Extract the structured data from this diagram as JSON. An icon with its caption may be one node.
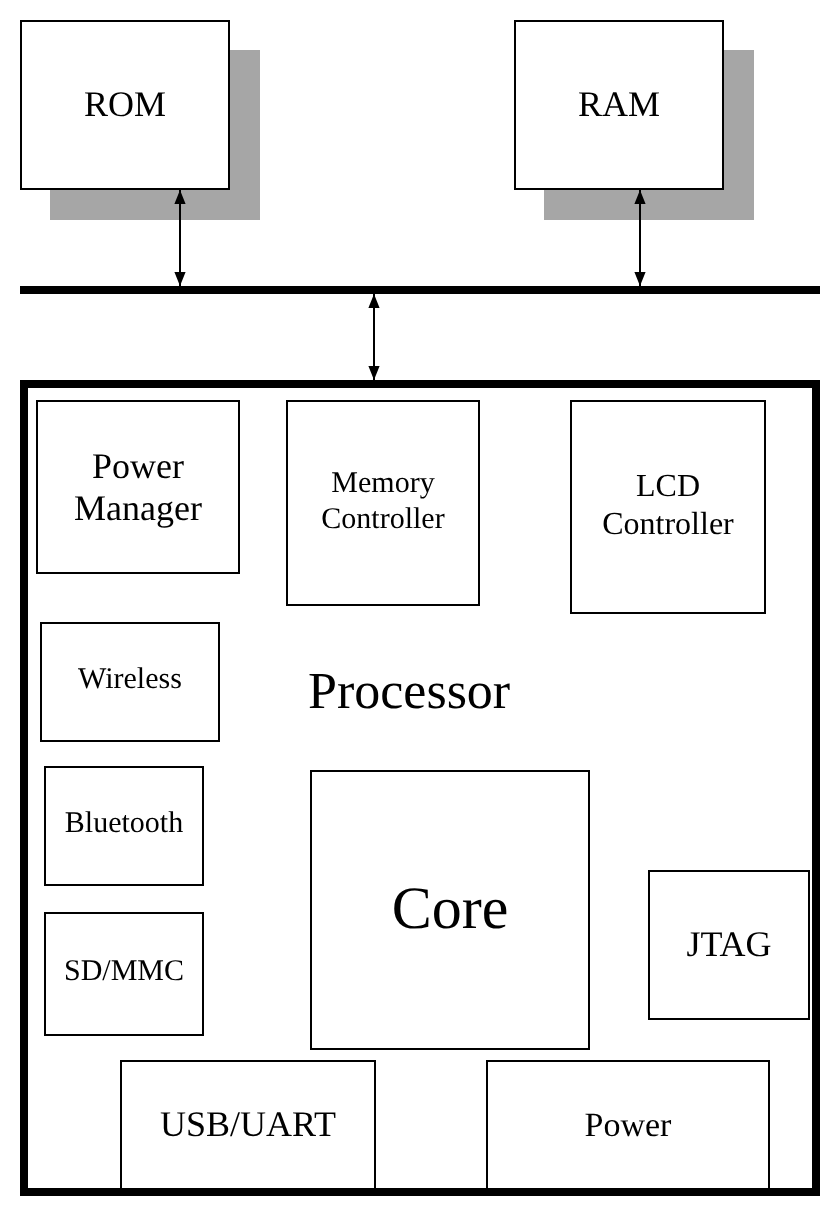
{
  "diagram": {
    "nodes": [
      {
        "text": [
          "ROM"
        ]
      },
      {
        "text": [
          "RAM"
        ]
      },
      {
        "text": [],
        "shape": "bar"
      },
      {
        "text": [
          "Processor"
        ]
      },
      {
        "text": [
          "Power Manager"
        ],
        "in": 3
      },
      {
        "text": [
          "Memory Controller"
        ],
        "in": 3
      },
      {
        "text": [
          "LCD Controller"
        ],
        "in": 3
      },
      {
        "text": [
          "Wireless"
        ],
        "in": 3
      },
      {
        "text": [
          "Bluetooth"
        ],
        "in": 3
      },
      {
        "text": [
          "SD/MMC"
        ],
        "in": 3
      },
      {
        "text": [
          "Core"
        ],
        "in": 3
      },
      {
        "text": [
          "JTAG"
        ],
        "in": 3
      },
      {
        "text": [
          "USB/UART"
        ],
        "in": 3
      },
      {
        "text": [
          "Power"
        ],
        "in": 3
      }
    ],
    "edges": [
      {
        "from": 0,
        "to": 2,
        "arrow": "both"
      },
      {
        "from": 1,
        "to": 2,
        "arrow": "both"
      },
      {
        "from": 2,
        "to": 3,
        "arrow": "both"
      }
    ]
  }
}
